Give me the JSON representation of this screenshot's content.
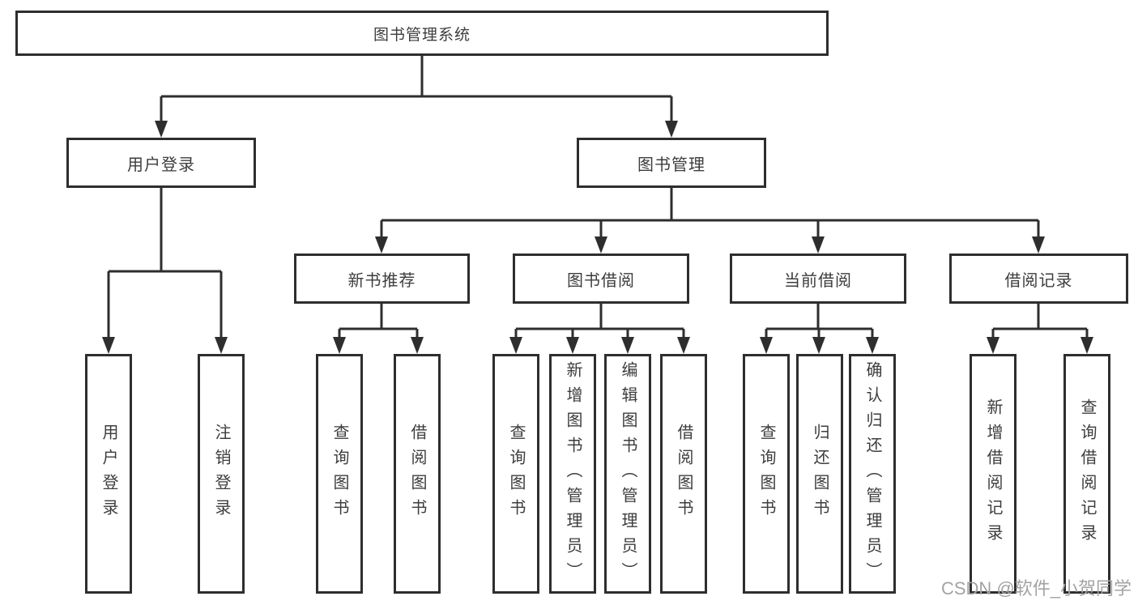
{
  "diagram": {
    "root": "图书管理系统",
    "level2": {
      "user_login": "用户登录",
      "book_management": "图书管理"
    },
    "level3": {
      "new_book_recommend": "新书推荐",
      "book_borrow": "图书借阅",
      "current_borrow": "当前借阅",
      "borrow_records": "借阅记录"
    },
    "leaves": {
      "user_login": [
        "用户登录",
        "注销登录"
      ],
      "new_book_recommend": [
        "查询图书",
        "借阅图书"
      ],
      "book_borrow": [
        "查询图书",
        "新增图书（管理员）",
        "编辑图书（管理员）",
        "借阅图书"
      ],
      "current_borrow": [
        "查询图书",
        "归还图书",
        "确认归还（管理员）"
      ],
      "borrow_records": [
        "新增借阅记录",
        "查询借阅记录"
      ]
    }
  },
  "watermark": "CSDN @软件_小贺同学",
  "colors": {
    "line": "#2e2e2e",
    "text": "#3d3d3d",
    "background": "#ffffff",
    "watermark": "#a3a3a3"
  }
}
